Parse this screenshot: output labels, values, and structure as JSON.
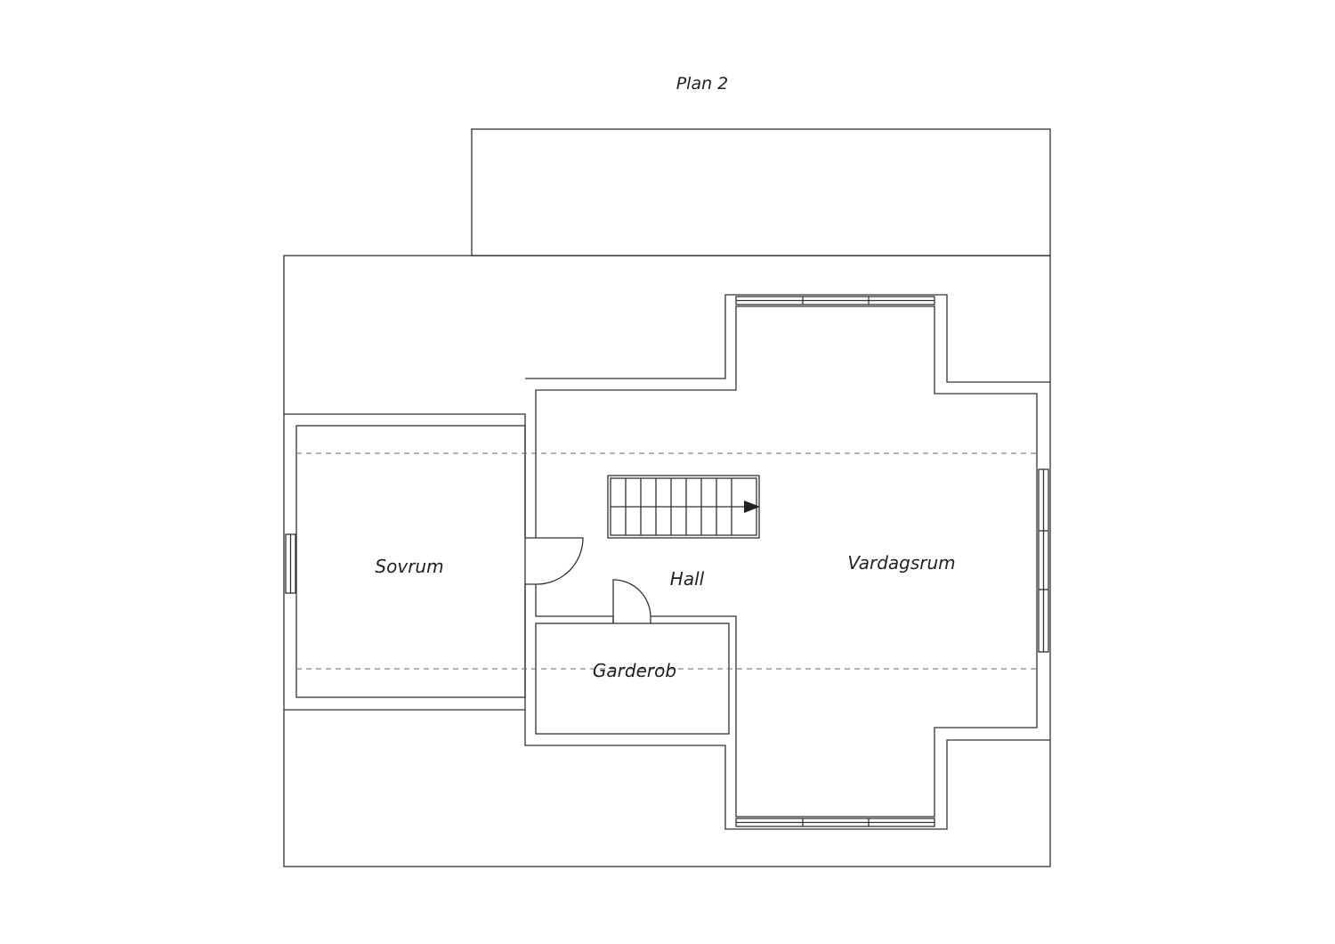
{
  "plan": {
    "title": "Plan 2",
    "rooms": {
      "sovrum": "Sovrum",
      "hall": "Hall",
      "vardagsrum": "Vardagsrum",
      "garderob": "Garderob"
    }
  },
  "colors": {
    "line": "#333333",
    "background": "#ffffff"
  }
}
